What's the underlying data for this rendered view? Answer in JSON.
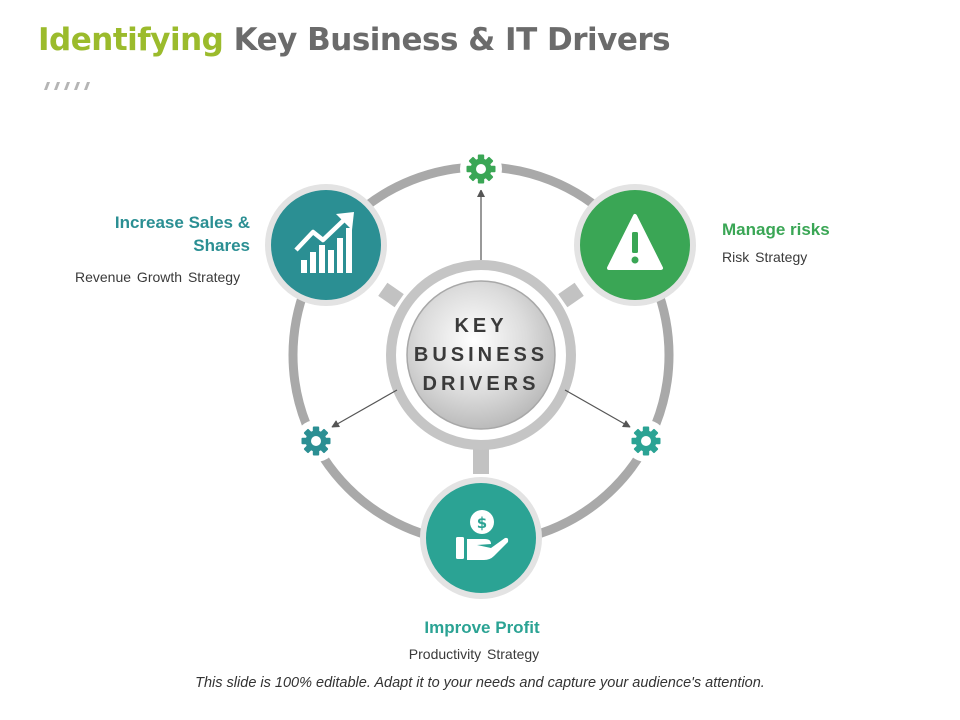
{
  "title": {
    "accent": "Identifying",
    "rest": " Key Business & IT Drivers"
  },
  "center": {
    "lines": [
      "KEY",
      "BUSINESS",
      "DRIVERS"
    ]
  },
  "drivers": [
    {
      "name": "Increase Sales & Shares",
      "line1": "Increase Sales &",
      "line2": "Shares",
      "strategy": "Revenue  Growth  Strategy",
      "icon": "chart-growth-icon",
      "color": "#2b8f93"
    },
    {
      "name": "Manage risks",
      "strategy": "Risk Strategy",
      "icon": "warning-icon",
      "color": "#3aa655"
    },
    {
      "name": "Improve Profit",
      "strategy": "Productivity  Strategy",
      "icon": "hand-dollar-icon",
      "color": "#2ba394"
    }
  ],
  "gear_colors": {
    "top": "#3aa655",
    "left": "#2b8f93",
    "right": "#2ba394"
  },
  "footer": "This slide is 100% editable. Adapt it to your needs and capture your audience's attention."
}
